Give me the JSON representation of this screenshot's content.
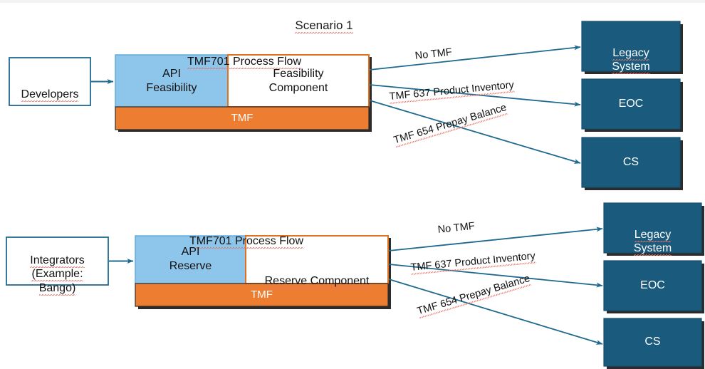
{
  "page": {
    "title": "Scenario 1",
    "background": "#ffffff"
  },
  "colors": {
    "teal_dark": "#1a5b7d",
    "teal_border": "#1f6a8f",
    "orange": "#ed7d31",
    "orange_border": "#e2711d",
    "light_blue": "#8ec5ea",
    "light_blue_border": "#5fa8d8",
    "shadow": "#2b2b2b",
    "text_dark": "#111111",
    "text_white": "#ffffff",
    "spellcheck_red": "#e8736a",
    "top_strip": "#f2f2f2"
  },
  "scenarios": [
    {
      "id": "scenario-1",
      "source_box": {
        "label": "Developers"
      },
      "flow_title": "TMF701 Process Flow",
      "api_block": {
        "label": "API\nFeasibility"
      },
      "component_block": {
        "label": "Feasibility\nComponent"
      },
      "platform_bar": {
        "label": "TMF"
      },
      "edges": [
        {
          "label": "No TMF",
          "target": "Legacy System"
        },
        {
          "label": "TMF 637 Product Inventory",
          "target": "EOC"
        },
        {
          "label": "TMF 654 Prepay Balance",
          "target": "CS"
        }
      ],
      "targets": [
        {
          "label": "Legacy\nSystem"
        },
        {
          "label": "EOC"
        },
        {
          "label": "CS"
        }
      ]
    },
    {
      "id": "scenario-2",
      "source_box": {
        "label": "Integrators\n(Example:\nBango)"
      },
      "flow_title": "TMF701 Process Flow",
      "api_block": {
        "label": "API\nReserve"
      },
      "component_block": {
        "label": "Reserve Component"
      },
      "platform_bar": {
        "label": "TMF"
      },
      "edges": [
        {
          "label": "No TMF",
          "target": "Legacy System"
        },
        {
          "label": "TMF 637 Product Inventory",
          "target": "EOC"
        },
        {
          "label": "TMF 654 Prepay Balance",
          "target": "CS"
        }
      ],
      "targets": [
        {
          "label": "Legacy\nSystem"
        },
        {
          "label": "EOC"
        },
        {
          "label": "CS"
        }
      ]
    }
  ]
}
